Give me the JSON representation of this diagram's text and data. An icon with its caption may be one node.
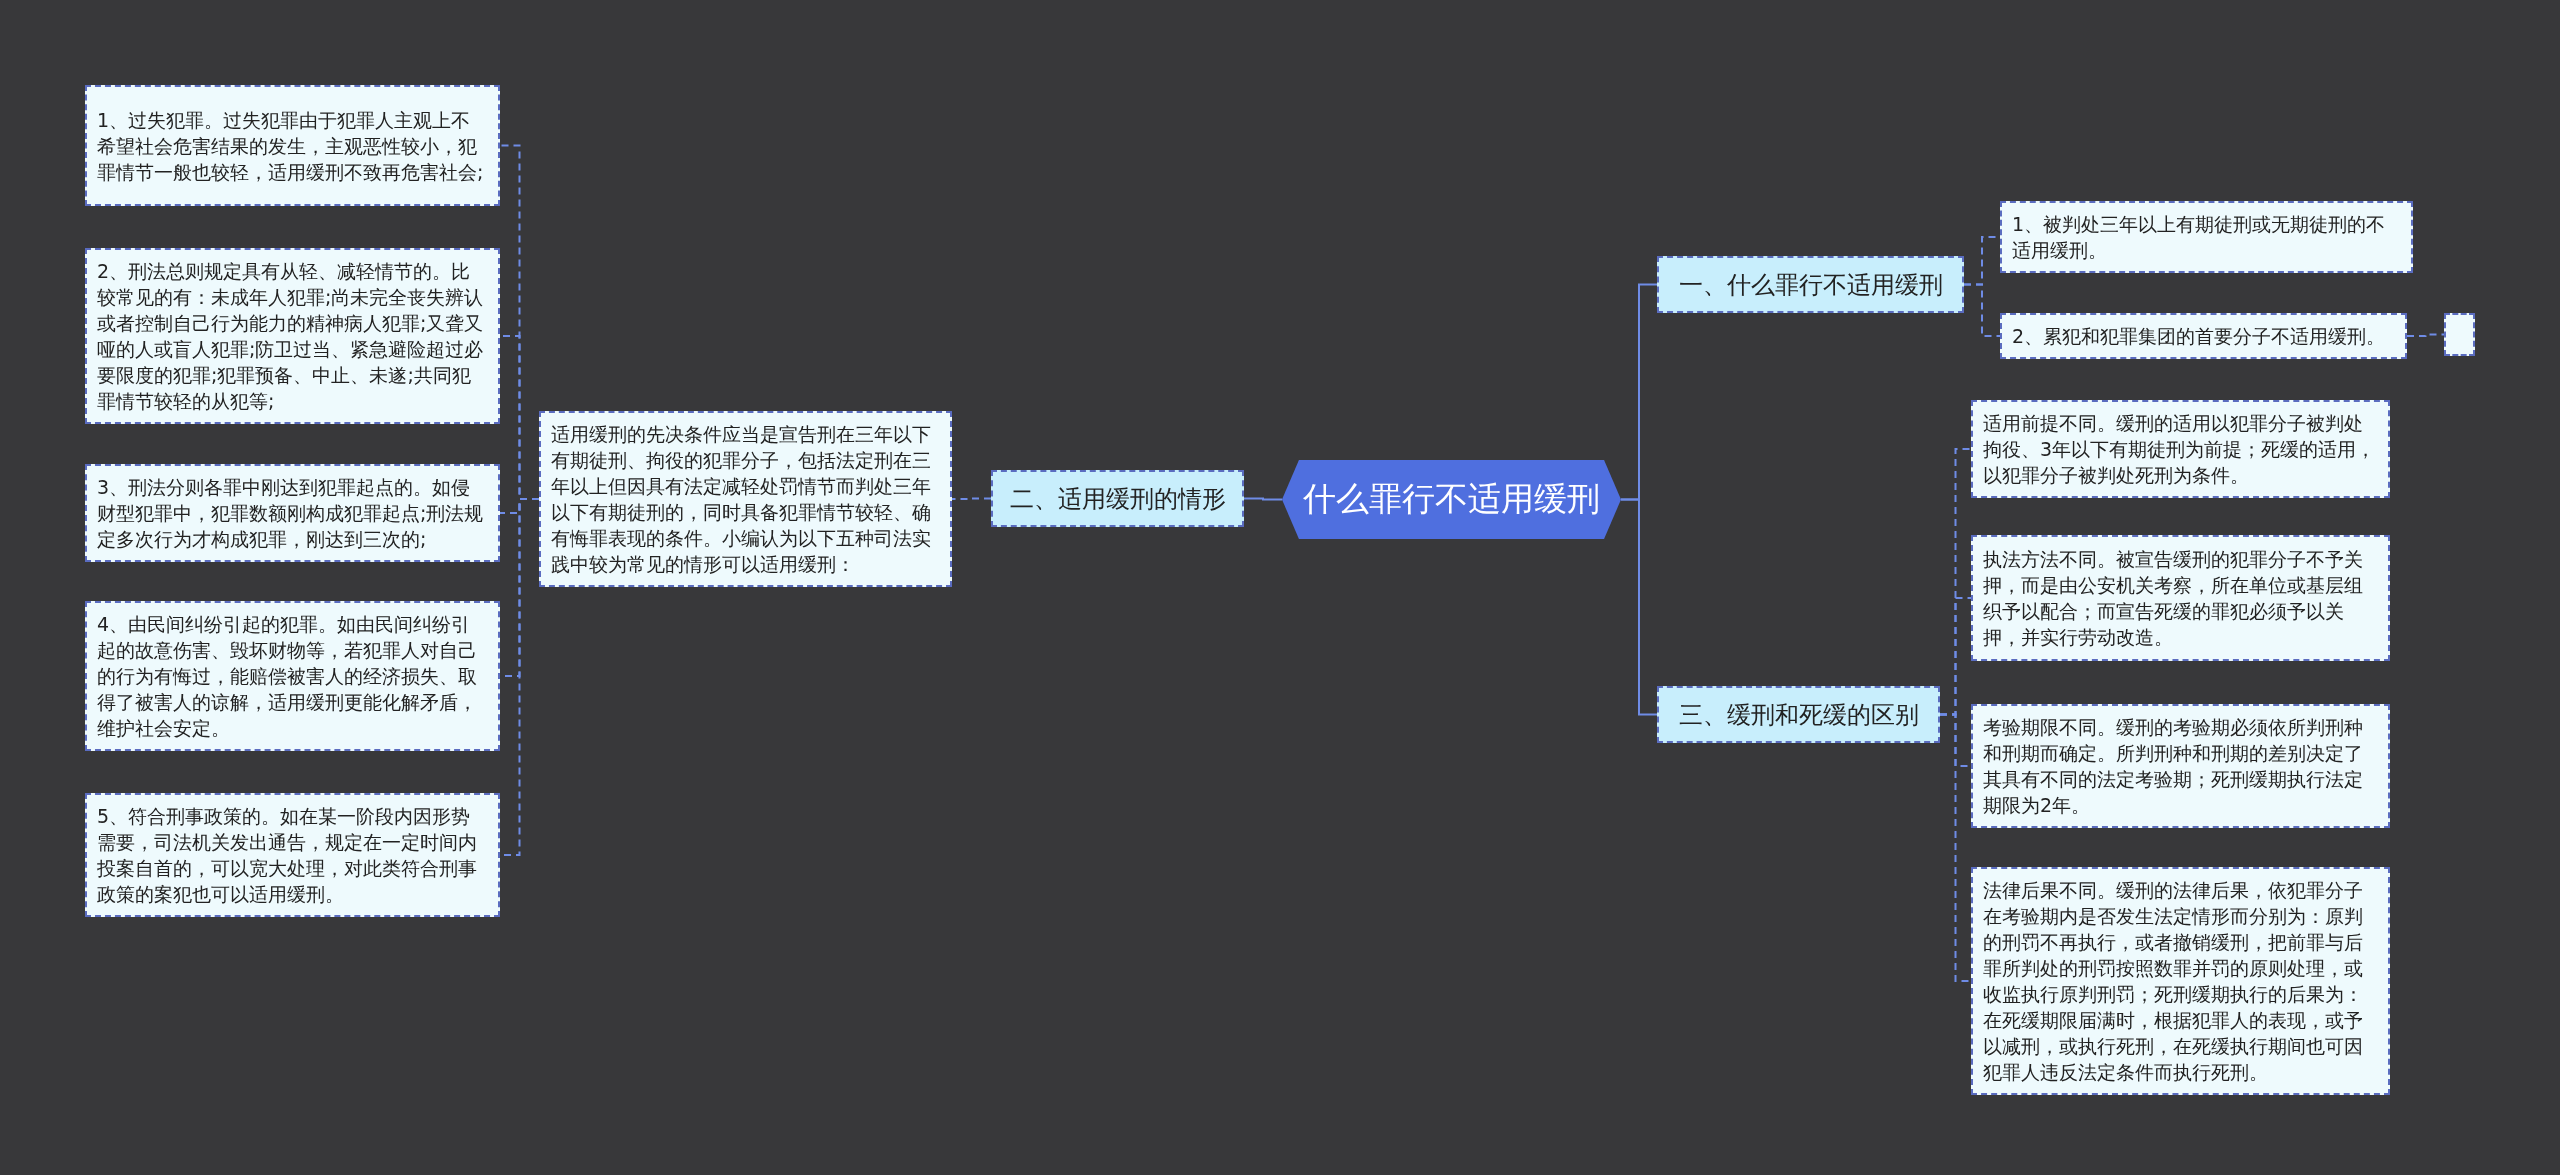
{
  "diagram": {
    "nodes": [
      {
        "text": [
          "什么罪行不适用缓刑"
        ]
      },
      {
        "text": [
          "一、什么罪行不适用缓刑"
        ]
      },
      {
        "text": [
          "1、被判处三年以上有期徒刑或无期徒刑的不适用缓刑。"
        ]
      },
      {
        "text": [
          "2、累犯和犯罪集团的首要分子不适用缓刑。"
        ]
      },
      {
        "text": [],
        "shape": "box"
      },
      {
        "text": [
          "二、适用缓刑的情形"
        ]
      },
      {
        "text": [
          "适用缓刑的先决条件应当是宣告刑在三年以下有期徒刑、拘役的犯罪分子，包括法定刑在三年以上但因具有法定减轻处罚情节而判处三年以下有期徒刑的，同时具备犯罪情节较轻、确有悔罪表现的条件。小编认为以下五种司法实践中较为常见的情形可以适用缓刑："
        ]
      },
      {
        "text": [
          "1、过失犯罪。过失犯罪由于犯罪人主观上不希望社会危害结果的发生，主观恶性较小，犯罪情节一般也较轻，适用缓刑不致再危害社会;"
        ]
      },
      {
        "text": [
          "2、刑法总则规定具有从轻、减轻情节的。比较常见的有：未成年人犯罪;尚未完全丧失辨认或者控制自己行为能力的精神病人犯罪;又聋又哑的人或盲人犯罪;防卫过当、紧急避险超过必要限度的犯罪;犯罪预备、中止、未遂;共同犯罪情节较轻的从犯等;"
        ]
      },
      {
        "text": [
          "3、刑法分则各罪中刚达到犯罪起点的。如侵财型犯罪中，犯罪数额刚构成犯罪起点;刑法规定多次行为才构成犯罪，刚达到三次的;"
        ]
      },
      {
        "text": [
          "4、由民间纠纷引起的犯罪。如由民间纠纷引起的故意伤害、毁坏财物等，若犯罪人对自己的行为有悔过，能赔偿被害人的经济损失、取得了被害人的谅解，适用缓刑更能化解矛盾，维护社会安定。"
        ]
      },
      {
        "text": [
          "5、符合刑事政策的。如在某一阶段内因形势需要，司法机关发出通告，规定在一定时间内投案自首的，可以宽大处理，对此类符合刑事政策的案犯也可以适用缓刑。"
        ]
      },
      {
        "text": [
          "三、缓刑和死缓的区别"
        ]
      },
      {
        "text": [
          "适用前提不同。缓刑的适用以犯罪分子被判处拘役、3年以下有期徒刑为前提；死缓的适用，以犯罪分子被判处死刑为条件。"
        ]
      },
      {
        "text": [
          "执法方法不同。被宣告缓刑的犯罪分子不予关押，而是由公安机关考察，所在单位或基层组织予以配合；而宣告死缓的罪犯必须予以关押，并实行劳动改造。"
        ]
      },
      {
        "text": [
          "考验期限不同。缓刑的考验期必须依所判刑种和刑期而确定。所判刑种和刑期的差别决定了其具有不同的法定考验期；死刑缓期执行法定期限为2年。"
        ]
      },
      {
        "text": [
          "法律后果不同。缓刑的法律后果，依犯罪分子在考验期内是否发生法定情形而分别为：原判的刑罚不再执行，或者撤销缓刑，把前罪与后罪所判处的刑罚按照数罪并罚的原则处理，或收监执行原判刑罚；死刑缓期执行的后果为：在死缓期限届满时，根据犯罪人的表现，或予以减刑，或执行死刑，在死缓执行期间也可因犯罪人违反法定条件而执行死刑。"
        ]
      }
    ],
    "edges": [
      {
        "from": 0,
        "to": 1,
        "arrow": "none"
      },
      {
        "from": 1,
        "to": 2,
        "arrow": "none",
        "style": "dashed"
      },
      {
        "from": 1,
        "to": 3,
        "arrow": "none",
        "style": "dashed"
      },
      {
        "from": 3,
        "to": 4,
        "arrow": "none",
        "style": "dashed"
      },
      {
        "from": 0,
        "to": 5,
        "arrow": "none"
      },
      {
        "from": 5,
        "to": 6,
        "arrow": "none",
        "style": "dashed"
      },
      {
        "from": 6,
        "to": 7,
        "arrow": "none",
        "style": "dashed"
      },
      {
        "from": 6,
        "to": 8,
        "arrow": "none",
        "style": "dashed"
      },
      {
        "from": 6,
        "to": 9,
        "arrow": "none",
        "style": "dashed"
      },
      {
        "from": 6,
        "to": 10,
        "arrow": "none",
        "style": "dashed"
      },
      {
        "from": 6,
        "to": 11,
        "arrow": "none",
        "style": "dashed"
      },
      {
        "from": 0,
        "to": 12,
        "arrow": "none"
      },
      {
        "from": 12,
        "to": 13,
        "arrow": "none",
        "style": "dashed"
      },
      {
        "from": 12,
        "to": 14,
        "arrow": "none",
        "style": "dashed"
      },
      {
        "from": 12,
        "to": 15,
        "arrow": "none",
        "style": "dashed"
      },
      {
        "from": 12,
        "to": 16,
        "arrow": "none",
        "style": "dashed"
      }
    ]
  }
}
